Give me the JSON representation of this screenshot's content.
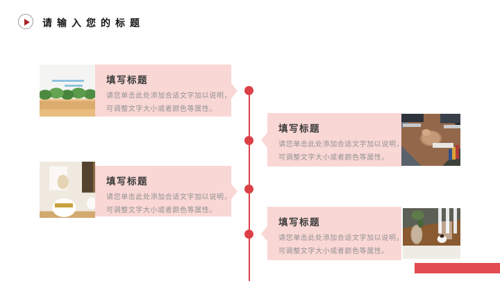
{
  "header": {
    "title": "请输入您的标题",
    "icon": "play-icon"
  },
  "timeline": {
    "dot_count": 4
  },
  "blocks": [
    {
      "side": "left",
      "title": "填写标题",
      "body": [
        "请您单击此处添加合适文字加以说明，",
        "可调整文字大小或者颜色等属性。"
      ],
      "photo": "office-wall-plants-photo"
    },
    {
      "side": "right",
      "title": "填写标题",
      "body": [
        "请您单击此处添加合适文字加以说明，",
        "可调整文字大小或者颜色等属性。"
      ],
      "photo": "team-hands-stack-photo"
    },
    {
      "side": "left",
      "title": "填写标题",
      "body": [
        "请您单击此处添加合适文字加以说明，",
        "可调整文字大小或者颜色等属性。"
      ],
      "photo": "boss-mug-coffee-photo"
    },
    {
      "side": "right",
      "title": "填写标题",
      "body": [
        "请您单击此处添加合适文字加以说明，",
        "可调整文字大小或者颜色等属性。"
      ],
      "photo": "table-vase-book-photo"
    }
  ],
  "colors": {
    "accent_red": "#dc4046",
    "play_dark_red": "#a8242a",
    "bubble_pink": "#f9d7d5",
    "title_text": "#3c3c3c",
    "body_text": "#929292",
    "bottom_bar_red": "#e24b50"
  }
}
